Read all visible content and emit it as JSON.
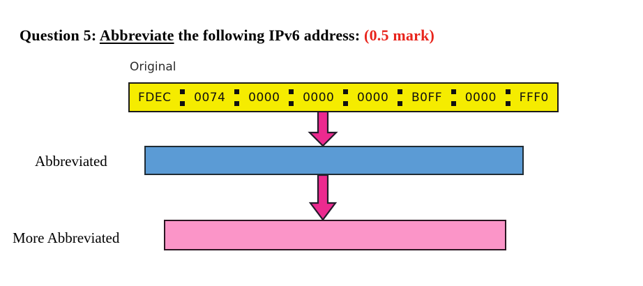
{
  "question": {
    "prefix": "Question 5: ",
    "emphasis": "Abbreviate",
    "middle": " the following IPv6 address: ",
    "mark": "(0.5 mark)",
    "mark_color": "#e8241c"
  },
  "diagram": {
    "rows": [
      {
        "label": "Original",
        "label_position": "above",
        "bar_color": "#f5ec00",
        "filled": true,
        "address_groups": [
          "FDEC",
          "0074",
          "0000",
          "0000",
          "0000",
          "B0FF",
          "0000",
          "FFF0"
        ],
        "separator": ":"
      },
      {
        "label": "Abbreviated",
        "label_position": "left",
        "bar_color": "#5b9bd5",
        "filled": false,
        "address_groups": [],
        "separator": ":"
      },
      {
        "label": "More Abbreviated",
        "label_position": "left",
        "bar_color": "#fb95c8",
        "filled": false,
        "address_groups": [],
        "separator": ":"
      }
    ],
    "arrows": [
      {
        "name": "arrow-original-to-abbreviated",
        "direction": "down",
        "color": "#ec2a8f"
      },
      {
        "name": "arrow-abbreviated-to-more-abbreviated",
        "direction": "down",
        "color": "#ec2a8f"
      }
    ]
  }
}
